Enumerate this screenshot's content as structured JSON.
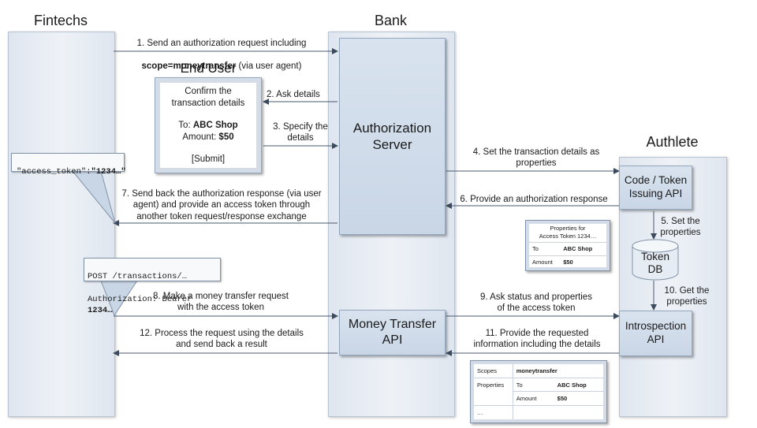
{
  "lanes": {
    "fintechs": "Fintechs",
    "bank": "Bank",
    "authlete": "Authlete"
  },
  "end_user": {
    "title": "End User",
    "line1": "Confirm the",
    "line2": "transaction details",
    "to_label": "To: ",
    "to_value": "ABC Shop",
    "amount_label": "Amount: ",
    "amount_value": "$50",
    "submit": "[Submit]"
  },
  "components": {
    "authorization_server": "Authorization\nServer",
    "money_transfer_api": "Money Transfer\nAPI",
    "code_token_api": "Code / Token\nIssuing API",
    "token_db": "Token\nDB",
    "introspection_api": "Introspection\nAPI"
  },
  "steps": {
    "s1_line1": "1. Send an authorization request including",
    "s1_scope": "scope=moneytransfer",
    "s1_tail": " (via user agent)",
    "s2": "2. Ask details",
    "s3": "3. Specify the\ndetails",
    "s4": "4. Set the transaction details as\nproperties",
    "s5": "5. Set the\nproperties",
    "s6": "6. Provide an authorization response",
    "s7": "7. Send back the authorization response (via user\nagent) and provide an access token through\nanother token request/response exchange",
    "s8": "8. Make a money transfer request\nwith the access token",
    "s9": "9. Ask status and properties\nof the access token",
    "s10": "10. Get the\nproperties",
    "s11": "11. Provide the requested\ninformation including the details",
    "s12": "12. Process the request using the details\nand send back a result"
  },
  "callouts": {
    "access_token_key": "\"access_token\":",
    "access_token_val": "\"1234…\"",
    "post_line": "POST /transactions/…",
    "auth_prefix": "Authorization: Bearer ",
    "auth_val": "1234…"
  },
  "properties_card": {
    "title": "Properties  for\nAccess Token 1234…",
    "rows": [
      {
        "key": "To",
        "value": "ABC Shop"
      },
      {
        "key": "Amount",
        "value": "$50"
      }
    ]
  },
  "info_card": {
    "scopes_label": "Scopes",
    "scopes_value": "moneytransfer",
    "properties_label": "Properties",
    "to_label": "To",
    "to_value": "ABC Shop",
    "amount_label": "Amount",
    "amount_value": "$50",
    "ellipsis": "…"
  }
}
